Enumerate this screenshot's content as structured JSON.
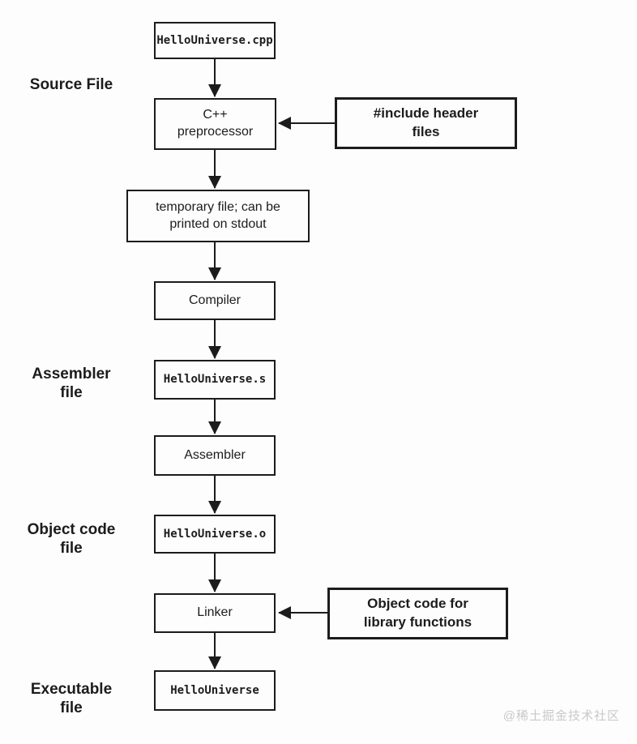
{
  "diagram_title": "C++ compilation process flowchart",
  "nodes": {
    "source_file_box": "HelloUniverse.cpp",
    "preprocessor": "C++\npreprocessor",
    "temp_file": "temporary file; can be\nprinted on stdout",
    "compiler": "Compiler",
    "assembler_file_box": "HelloUniverse.s",
    "assembler": "Assembler",
    "object_file_box": "HelloUniverse.o",
    "linker": "Linker",
    "executable_box": "HelloUniverse"
  },
  "inputs": {
    "include_headers": "#include header\nfiles",
    "library_objects": "Object code for\nlibrary functions"
  },
  "stage_labels": {
    "source": "Source File",
    "assembler": "Assembler\nfile",
    "object": "Object code\nfile",
    "executable": "Executable\nfile"
  },
  "watermark": "@稀土掘金技术社区",
  "colors": {
    "line": "#1c1c1c",
    "box_fill": "#fdfdfd",
    "text": "#1c1c1c",
    "watermark": "#c9c9c9"
  }
}
